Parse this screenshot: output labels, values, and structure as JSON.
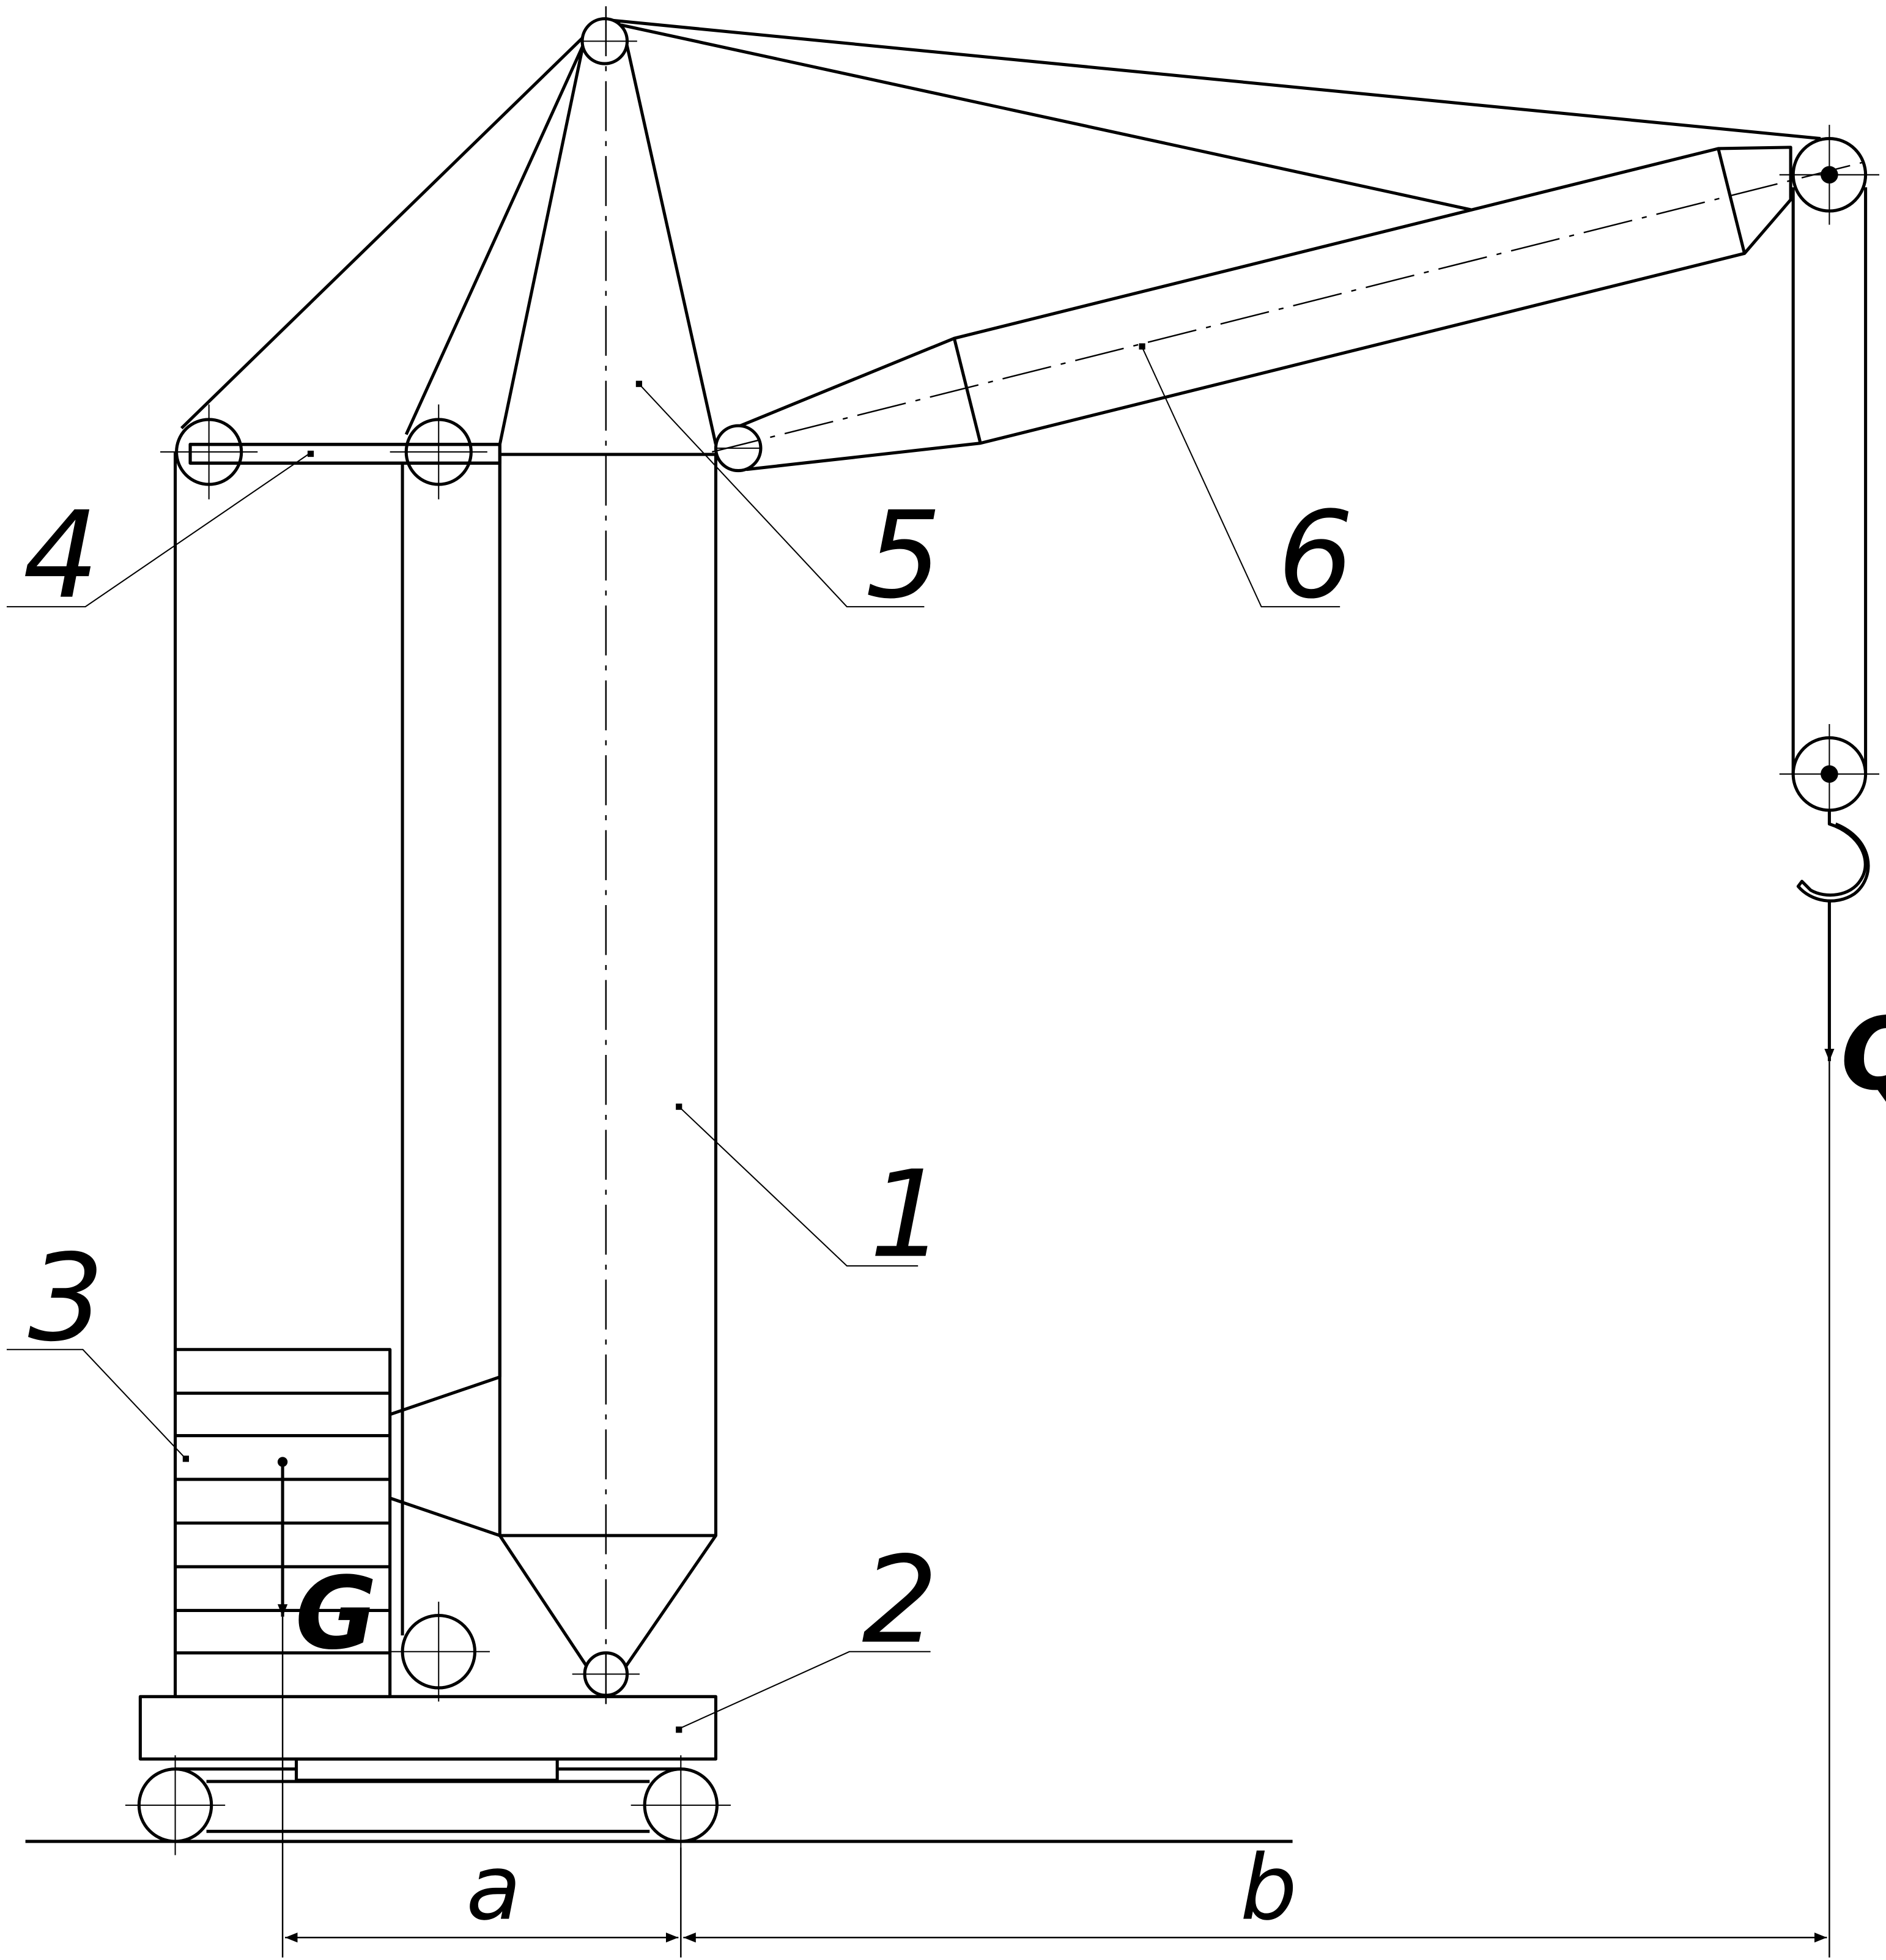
{
  "diagram": {
    "labels": {
      "tower": "1",
      "base_platform": "2",
      "counterweight": "3",
      "spreader_beam": "4",
      "tower_head": "5",
      "boom": "6"
    },
    "forces": {
      "counterweight_force": "G",
      "load_force": "Q"
    },
    "dimensions": {
      "counterweight_arm": "a",
      "load_arm": "b"
    },
    "colors": {
      "line": "#000000",
      "background": "#ffffff"
    }
  }
}
